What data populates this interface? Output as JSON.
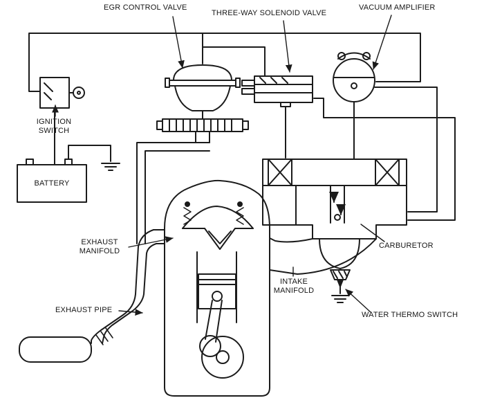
{
  "diagram": {
    "labels": {
      "egr_control_valve": "EGR CONTROL VALVE",
      "three_way_solenoid_valve": "THREE-WAY SOLENOID VALVE",
      "vacuum_amplifier": "VACUUM AMPLIFIER",
      "ignition_switch": "IGNITION SWITCH",
      "battery": "BATTERY",
      "exhaust_manifold": "EXHAUST MANIFOLD",
      "exhaust_pipe": "EXHAUST PIPE",
      "intake_manifold": "INTAKE MANIFOLD",
      "carburetor": "CARBURETOR",
      "water_thermo_switch": "WATER THERMO SWITCH"
    },
    "colors": {
      "line": "#1b1b1b",
      "background": "#ffffff"
    }
  }
}
